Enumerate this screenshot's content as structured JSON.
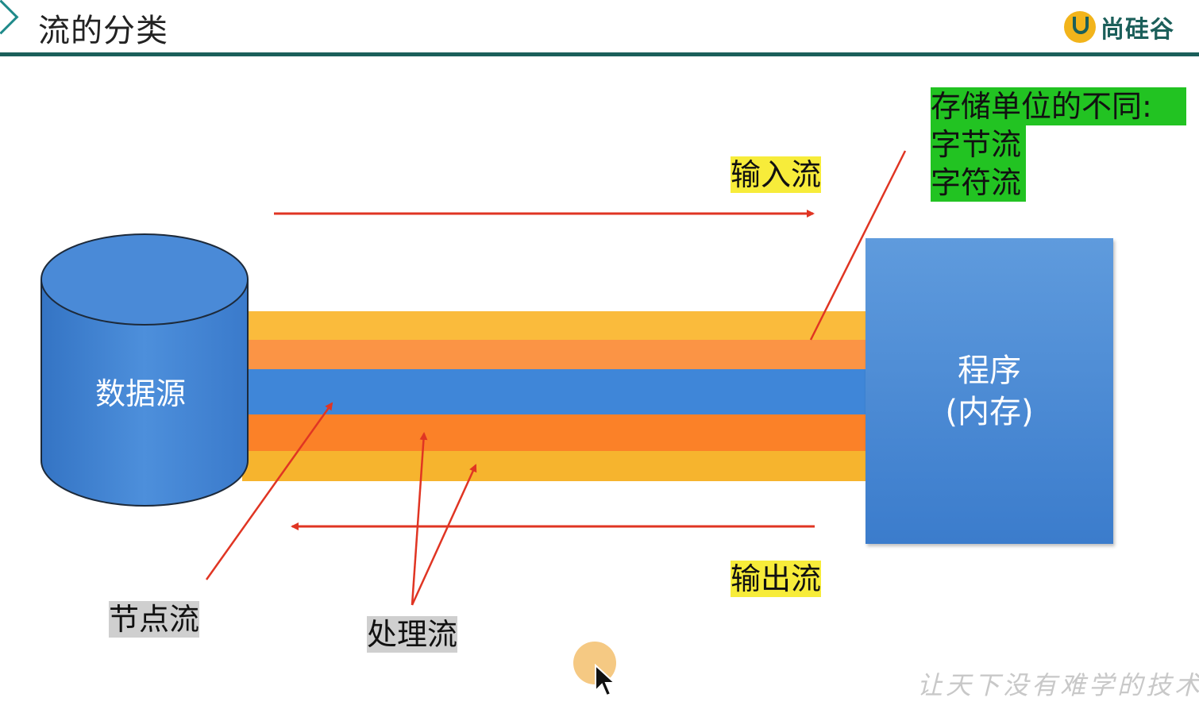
{
  "header": {
    "title": "流的分类",
    "logo_text": "尚硅谷",
    "logo_icon": "u-logo-icon"
  },
  "diagram": {
    "source_label": "数据源",
    "program_label_line1": "程序",
    "program_label_line2": "(内存)",
    "input_stream_label": "输入流",
    "output_stream_label": "输出流",
    "node_stream_label": "节点流",
    "processing_stream_label": "处理流",
    "unit_note": [
      "存储单位的不同:",
      "字节流",
      "字符流"
    ]
  },
  "watermark": "让天下没有难学的技术",
  "colors": {
    "band_outer": "#f9b93a",
    "band_middle": "#fa8a32",
    "band_center": "#3b83d6",
    "arrow": "#e03523",
    "highlight_yellow": "#f7ec3a",
    "highlight_green": "#22c322",
    "highlight_gray": "#cfcfcf",
    "header_line": "#1b5f5a"
  }
}
